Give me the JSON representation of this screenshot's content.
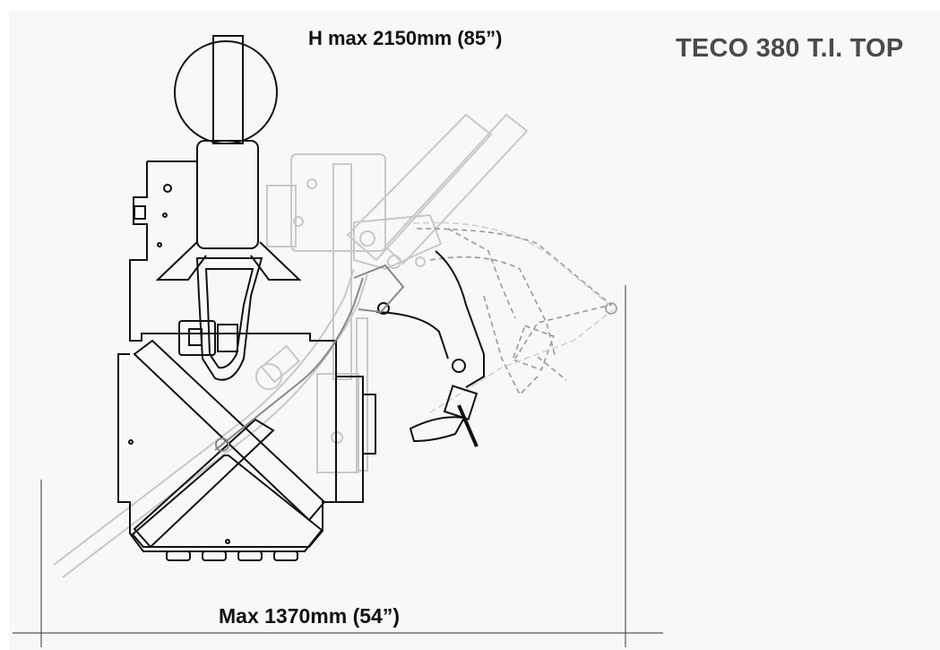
{
  "diagram": {
    "height_label": "H max 2150mm (85”)",
    "width_label": "Max 1370mm (54”)",
    "model_label": "TECO 380 T.I. TOP",
    "colors": {
      "background": "#f8f8f8",
      "line_dark": "#111111",
      "line_ghost": "#c4c4c4",
      "label_gray": "#4a4a4a"
    }
  }
}
